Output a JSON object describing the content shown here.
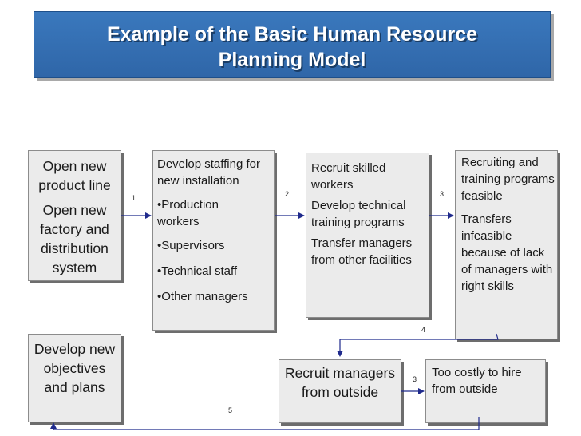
{
  "title": {
    "line1": "Example of the Basic Human Resource",
    "line2": "Planning Model"
  },
  "boxes": {
    "open_new": {
      "para1": "Open new product line",
      "para2": "Open new factory and distribution system"
    },
    "staffing": {
      "head": "Develop staffing for new installation",
      "bullets": [
        "•Production workers",
        "•Supervisors",
        "•Technical staff",
        "•Other managers"
      ]
    },
    "recruit_skilled": {
      "para1": "Recruit skilled workers",
      "para2": "Develop technical training programs",
      "para3": "Transfer managers from other facilities"
    },
    "feasibility": {
      "para1": "Recruiting and training programs feasible",
      "para2": "Transfers infeasible because of lack of managers with right skills"
    },
    "develop_objectives": {
      "text": "Develop new objectives and plans"
    },
    "recruit_outside": {
      "text": "Recruit managers from outside"
    },
    "too_costly": {
      "text": "Too costly to hire from outside"
    }
  },
  "step_labels": {
    "s1": "1",
    "s2": "2",
    "s3a": "3",
    "s4": "4",
    "s3b": "3",
    "s5": "5"
  },
  "colors": {
    "banner": "#3a78bd",
    "box_fill": "#ebebeb",
    "arrow": "#1f2a8c"
  }
}
